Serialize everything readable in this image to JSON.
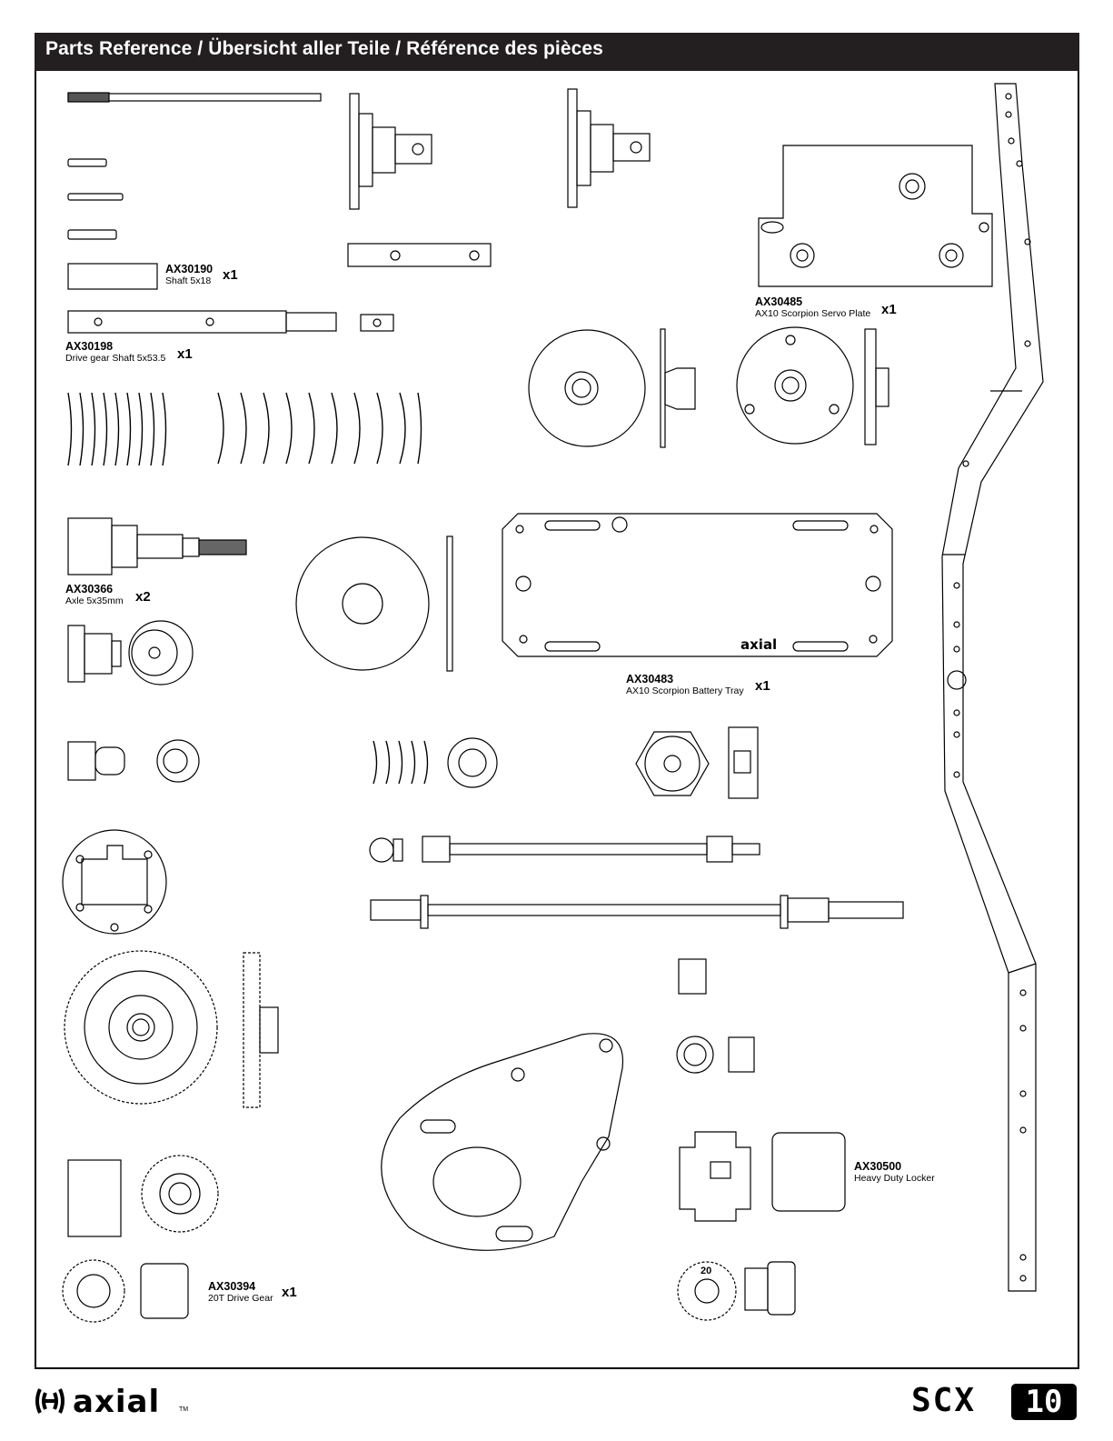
{
  "page": {
    "title": "Parts Reference / Übersicht aller Teile / Référence des pièces"
  },
  "parts": [
    {
      "part_no": "AX30190",
      "description": "Shaft 5x18",
      "qty": "x1"
    },
    {
      "part_no": "AX30198",
      "description": "Drive gear Shaft 5x53.5",
      "qty": "x1"
    },
    {
      "part_no": "AX30485",
      "description": "AX10 Scorpion Servo Plate",
      "qty": "x1"
    },
    {
      "part_no": "AX30366",
      "description": "Axle 5x35mm",
      "qty": "x2"
    },
    {
      "part_no": "AX30483",
      "description": "AX10 Scorpion Battery Tray",
      "qty": "x1"
    },
    {
      "part_no": "AX30500",
      "description": "Heavy Duty Locker",
      "qty": ""
    },
    {
      "part_no": "AX30394",
      "description": "20T Drive Gear",
      "qty": "x1"
    }
  ],
  "drawings": {
    "gear_tooth_count_label": "20",
    "logo_on_parts": "axial"
  },
  "footer": {
    "brand": "axial",
    "trademark": "TM",
    "model_prefix": "SCX",
    "model_number": "10",
    "brand_icon": "axial-logo-icon"
  }
}
